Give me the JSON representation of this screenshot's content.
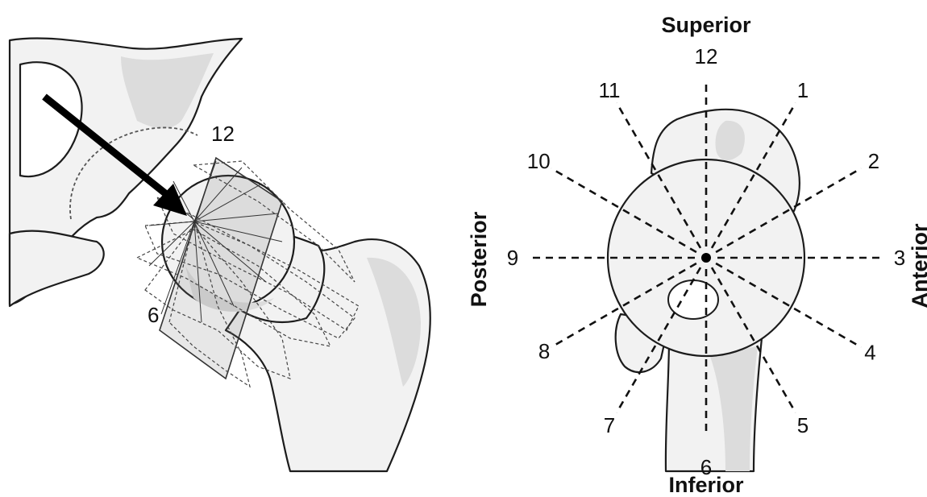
{
  "left_panel": {
    "labels": {
      "top": "12",
      "bottom": "6"
    }
  },
  "right_panel": {
    "directions": {
      "superior": "Superior",
      "inferior": "Inferior",
      "posterior": "Posterior",
      "anterior": "Anterior"
    },
    "clock_positions": [
      "12",
      "1",
      "2",
      "3",
      "4",
      "5",
      "6",
      "7",
      "8",
      "9",
      "10",
      "11"
    ]
  }
}
